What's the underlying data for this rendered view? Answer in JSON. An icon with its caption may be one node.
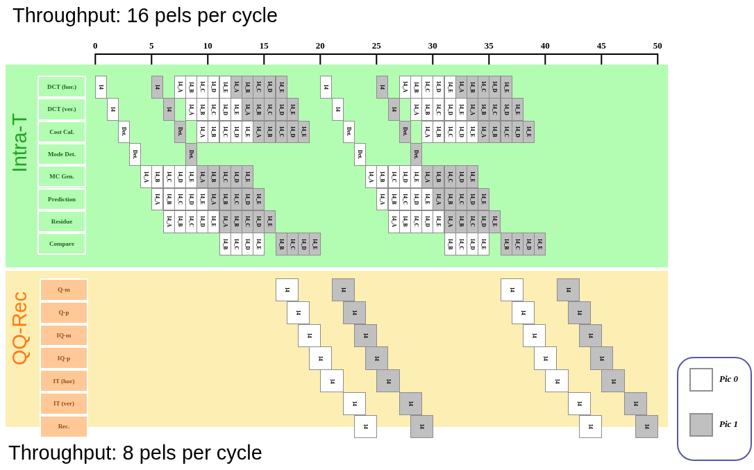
{
  "diagram": {
    "title": "Throughput: 16 pels per cycle",
    "caption": "Throughput: 8 pels per cycle",
    "nodes": [
      {
        "text": [
          "Intra-T"
        ]
      },
      {
        "text": [
          "DCT (hor.)"
        ],
        "in": 0
      },
      {
        "text": [
          "DCT (ver.)"
        ],
        "in": 0
      },
      {
        "text": [
          "Cost Cal."
        ],
        "in": 0
      },
      {
        "text": [
          "Mode Det."
        ],
        "in": 0
      },
      {
        "text": [
          "MC Gen."
        ],
        "in": 0
      },
      {
        "text": [
          "Prediction"
        ],
        "in": 0
      },
      {
        "text": [
          "Residue"
        ],
        "in": 0
      },
      {
        "text": [
          "Compare"
        ],
        "in": 0
      },
      {
        "text": [
          "I4"
        ],
        "in": 0
      },
      {
        "text": [
          "I4"
        ],
        "in": 0
      },
      {
        "text": [
          "I4_A"
        ],
        "in": 0
      },
      {
        "text": [
          "I4_B"
        ],
        "in": 0
      },
      {
        "text": [
          "I4_C"
        ],
        "in": 0
      },
      {
        "text": [
          "I4_D"
        ],
        "in": 0
      },
      {
        "text": [
          "I4_E"
        ],
        "in": 0
      },
      {
        "text": [
          "I4_A"
        ],
        "in": 0
      },
      {
        "text": [
          "I4_B"
        ],
        "in": 0
      },
      {
        "text": [
          "I4_C"
        ],
        "in": 0
      },
      {
        "text": [
          "I4_D"
        ],
        "in": 0
      },
      {
        "text": [
          "I4_E"
        ],
        "in": 0
      },
      {
        "text": [
          "I4"
        ],
        "in": 0
      },
      {
        "text": [
          "I4"
        ],
        "in": 0
      },
      {
        "text": [
          "I4_A"
        ],
        "in": 0
      },
      {
        "text": [
          "I4_B"
        ],
        "in": 0
      },
      {
        "text": [
          "I4_C"
        ],
        "in": 0
      },
      {
        "text": [
          "I4_D"
        ],
        "in": 0
      },
      {
        "text": [
          "I4_E"
        ],
        "in": 0
      },
      {
        "text": [
          "I4_A"
        ],
        "in": 0
      },
      {
        "text": [
          "I4_B"
        ],
        "in": 0
      },
      {
        "text": [
          "I4_C"
        ],
        "in": 0
      },
      {
        "text": [
          "I4_D"
        ],
        "in": 0
      },
      {
        "text": [
          "I4_E"
        ],
        "in": 0
      },
      {
        "text": [
          "I4"
        ],
        "in": 0
      },
      {
        "text": [
          "I4"
        ],
        "in": 0
      },
      {
        "text": [
          "I4_A"
        ],
        "in": 0
      },
      {
        "text": [
          "I4_B"
        ],
        "in": 0
      },
      {
        "text": [
          "I4_C"
        ],
        "in": 0
      },
      {
        "text": [
          "I4_D"
        ],
        "in": 0
      },
      {
        "text": [
          "I4_E"
        ],
        "in": 0
      },
      {
        "text": [
          "I4_A"
        ],
        "in": 0
      },
      {
        "text": [
          "I4_B"
        ],
        "in": 0
      },
      {
        "text": [
          "I4_C"
        ],
        "in": 0
      },
      {
        "text": [
          "I4_D"
        ],
        "in": 0
      },
      {
        "text": [
          "I4_E"
        ],
        "in": 0
      },
      {
        "text": [
          "I4"
        ],
        "in": 0
      },
      {
        "text": [
          "I4"
        ],
        "in": 0
      },
      {
        "text": [
          "I4_A"
        ],
        "in": 0
      },
      {
        "text": [
          "I4_B"
        ],
        "in": 0
      },
      {
        "text": [
          "I4_C"
        ],
        "in": 0
      },
      {
        "text": [
          "I4_D"
        ],
        "in": 0
      },
      {
        "text": [
          "I4_E"
        ],
        "in": 0
      },
      {
        "text": [
          "I4_A"
        ],
        "in": 0
      },
      {
        "text": [
          "I4_B"
        ],
        "in": 0
      },
      {
        "text": [
          "I4_C"
        ],
        "in": 0
      },
      {
        "text": [
          "I4_D"
        ],
        "in": 0
      },
      {
        "text": [
          "I4_E"
        ],
        "in": 0
      },
      {
        "text": [
          "Det."
        ],
        "in": 0
      },
      {
        "text": [
          "Det."
        ],
        "in": 0
      },
      {
        "text": [
          "I4_A"
        ],
        "in": 0
      },
      {
        "text": [
          "I4_B"
        ],
        "in": 0
      },
      {
        "text": [
          "I4_C"
        ],
        "in": 0
      },
      {
        "text": [
          "I4_D"
        ],
        "in": 0
      },
      {
        "text": [
          "I4_E"
        ],
        "in": 0
      },
      {
        "text": [
          "I4_A"
        ],
        "in": 0
      },
      {
        "text": [
          "I4_B"
        ],
        "in": 0
      },
      {
        "text": [
          "I4_C"
        ],
        "in": 0
      },
      {
        "text": [
          "I4_D"
        ],
        "in": 0
      },
      {
        "text": [
          "I4_E"
        ],
        "in": 0
      },
      {
        "text": [
          "Det."
        ],
        "in": 0
      },
      {
        "text": [
          "Det."
        ],
        "in": 0
      },
      {
        "text": [
          "I4_A"
        ],
        "in": 0
      },
      {
        "text": [
          "I4_B"
        ],
        "in": 0
      },
      {
        "text": [
          "I4_C"
        ],
        "in": 0
      },
      {
        "text": [
          "I4_D"
        ],
        "in": 0
      },
      {
        "text": [
          "I4_E"
        ],
        "in": 0
      },
      {
        "text": [
          "I4_A"
        ],
        "in": 0
      },
      {
        "text": [
          "I4_B"
        ],
        "in": 0
      },
      {
        "text": [
          "I4_C"
        ],
        "in": 0
      },
      {
        "text": [
          "I4_D"
        ],
        "in": 0
      },
      {
        "text": [
          "I4_E"
        ],
        "in": 0
      },
      {
        "text": [
          "Det."
        ],
        "in": 0
      },
      {
        "text": [
          "Det."
        ],
        "in": 0
      },
      {
        "text": [
          "Det."
        ],
        "in": 0
      },
      {
        "text": [
          "Det."
        ],
        "in": 0
      },
      {
        "text": [
          "I4_A"
        ],
        "in": 0
      },
      {
        "text": [
          "I4_B"
        ],
        "in": 0
      },
      {
        "text": [
          "I4_C"
        ],
        "in": 0
      },
      {
        "text": [
          "I4_D"
        ],
        "in": 0
      },
      {
        "text": [
          "I4_E"
        ],
        "in": 0
      },
      {
        "text": [
          "I4_A"
        ],
        "in": 0
      },
      {
        "text": [
          "I4_B"
        ],
        "in": 0
      },
      {
        "text": [
          "I4_C"
        ],
        "in": 0
      },
      {
        "text": [
          "I4_D"
        ],
        "in": 0
      },
      {
        "text": [
          "I4_E"
        ],
        "in": 0
      },
      {
        "text": [
          "I4_A"
        ],
        "in": 0
      },
      {
        "text": [
          "I4_B"
        ],
        "in": 0
      },
      {
        "text": [
          "I4_C"
        ],
        "in": 0
      },
      {
        "text": [
          "I4_D"
        ],
        "in": 0
      },
      {
        "text": [
          "I4_E"
        ],
        "in": 0
      },
      {
        "text": [
          "I4_A"
        ],
        "in": 0
      },
      {
        "text": [
          "I4_B"
        ],
        "in": 0
      },
      {
        "text": [
          "I4_C"
        ],
        "in": 0
      },
      {
        "text": [
          "I4_D"
        ],
        "in": 0
      },
      {
        "text": [
          "I4_E"
        ],
        "in": 0
      },
      {
        "text": [
          "I4_A"
        ],
        "in": 0
      },
      {
        "text": [
          "I4_B"
        ],
        "in": 0
      },
      {
        "text": [
          "I4_C"
        ],
        "in": 0
      },
      {
        "text": [
          "I4_D"
        ],
        "in": 0
      },
      {
        "text": [
          "I4_E"
        ],
        "in": 0
      },
      {
        "text": [
          "I4_A"
        ],
        "in": 0
      },
      {
        "text": [
          "I4_B"
        ],
        "in": 0
      },
      {
        "text": [
          "I4_C"
        ],
        "in": 0
      },
      {
        "text": [
          "I4_D"
        ],
        "in": 0
      },
      {
        "text": [
          "I4_E"
        ],
        "in": 0
      },
      {
        "text": [
          "I4_A"
        ],
        "in": 0
      },
      {
        "text": [
          "I4_B"
        ],
        "in": 0
      },
      {
        "text": [
          "I4_C"
        ],
        "in": 0
      },
      {
        "text": [
          "I4_D"
        ],
        "in": 0
      },
      {
        "text": [
          "I4_E"
        ],
        "in": 0
      },
      {
        "text": [
          "I4_A"
        ],
        "in": 0
      },
      {
        "text": [
          "I4_B"
        ],
        "in": 0
      },
      {
        "text": [
          "I4_C"
        ],
        "in": 0
      },
      {
        "text": [
          "I4_D"
        ],
        "in": 0
      },
      {
        "text": [
          "I4_E"
        ],
        "in": 0
      },
      {
        "text": [
          "I4_A"
        ],
        "in": 0
      },
      {
        "text": [
          "I4_B"
        ],
        "in": 0
      },
      {
        "text": [
          "I4_C"
        ],
        "in": 0
      },
      {
        "text": [
          "I4_D"
        ],
        "in": 0
      },
      {
        "text": [
          "I4_E"
        ],
        "in": 0
      },
      {
        "text": [
          "I4_A"
        ],
        "in": 0
      },
      {
        "text": [
          "I4_B"
        ],
        "in": 0
      },
      {
        "text": [
          "I4_C"
        ],
        "in": 0
      },
      {
        "text": [
          "I4_D"
        ],
        "in": 0
      },
      {
        "text": [
          "I4_E"
        ],
        "in": 0
      },
      {
        "text": [
          "I4_A"
        ],
        "in": 0
      },
      {
        "text": [
          "I4_B"
        ],
        "in": 0
      },
      {
        "text": [
          "I4_C"
        ],
        "in": 0
      },
      {
        "text": [
          "I4_D"
        ],
        "in": 0
      },
      {
        "text": [
          "I4_E"
        ],
        "in": 0
      },
      {
        "text": [
          "I4_A"
        ],
        "in": 0
      },
      {
        "text": [
          "I4_B"
        ],
        "in": 0
      },
      {
        "text": [
          "I4_C"
        ],
        "in": 0
      },
      {
        "text": [
          "I4_D"
        ],
        "in": 0
      },
      {
        "text": [
          "I4_E"
        ],
        "in": 0
      },
      {
        "text": [
          "I4_B"
        ],
        "in": 0
      },
      {
        "text": [
          "I4_C"
        ],
        "in": 0
      },
      {
        "text": [
          "I4_D"
        ],
        "in": 0
      },
      {
        "text": [
          "I4_E"
        ],
        "in": 0
      },
      {
        "text": [
          "I4_B"
        ],
        "in": 0
      },
      {
        "text": [
          "I4_C"
        ],
        "in": 0
      },
      {
        "text": [
          "I4_D"
        ],
        "in": 0
      },
      {
        "text": [
          "I4_E"
        ],
        "in": 0
      },
      {
        "text": [
          "I4_B"
        ],
        "in": 0
      },
      {
        "text": [
          "I4_C"
        ],
        "in": 0
      },
      {
        "text": [
          "I4_D"
        ],
        "in": 0
      },
      {
        "text": [
          "I4_E"
        ],
        "in": 0
      },
      {
        "text": [
          "I4_B"
        ],
        "in": 0
      },
      {
        "text": [
          "I4_C"
        ],
        "in": 0
      },
      {
        "text": [
          "I4_D"
        ],
        "in": 0
      },
      {
        "text": [
          "I4_E"
        ],
        "in": 0
      },
      {
        "text": [
          "QQ-Rec"
        ]
      },
      {
        "text": [
          "Q-m"
        ],
        "in": 161
      },
      {
        "text": [
          "Q-p"
        ],
        "in": 161
      },
      {
        "text": [
          "IQ-m"
        ],
        "in": 161
      },
      {
        "text": [
          "IQ-p"
        ],
        "in": 161
      },
      {
        "text": [
          "IT (hor)"
        ],
        "in": 161
      },
      {
        "text": [
          "IT (ver)"
        ],
        "in": 161
      },
      {
        "text": [
          "Rec."
        ],
        "in": 161
      },
      {
        "text": [
          "I4"
        ],
        "in": 161
      },
      {
        "text": [
          "I4"
        ],
        "in": 161
      },
      {
        "text": [
          "I4"
        ],
        "in": 161
      },
      {
        "text": [
          "I4"
        ],
        "in": 161
      },
      {
        "text": [
          "I4"
        ],
        "in": 161
      },
      {
        "text": [
          "I4"
        ],
        "in": 161
      },
      {
        "text": [
          "I4"
        ],
        "in": 161
      },
      {
        "text": [
          "I4"
        ],
        "in": 161
      },
      {
        "text": [
          "I4"
        ],
        "in": 161
      },
      {
        "text": [
          "I4"
        ],
        "in": 161
      },
      {
        "text": [
          "I4"
        ],
        "in": 161
      },
      {
        "text": [
          "I4"
        ],
        "in": 161
      },
      {
        "text": [
          "I4"
        ],
        "in": 161
      },
      {
        "text": [
          "I4"
        ],
        "in": 161
      },
      {
        "text": [
          "I4"
        ],
        "in": 161
      },
      {
        "text": [
          "I4"
        ],
        "in": 161
      },
      {
        "text": [
          "I4"
        ],
        "in": 161
      },
      {
        "text": [
          "I4"
        ],
        "in": 161
      },
      {
        "text": [
          "I4"
        ],
        "in": 161
      },
      {
        "text": [
          "I4"
        ],
        "in": 161
      },
      {
        "text": [
          "I4"
        ],
        "in": 161
      },
      {
        "text": [
          "I4"
        ],
        "in": 161
      },
      {
        "text": [
          "I4"
        ],
        "in": 161
      },
      {
        "text": [
          "I4"
        ],
        "in": 161
      },
      {
        "text": [
          "I4"
        ],
        "in": 161
      },
      {
        "text": [
          "I4"
        ],
        "in": 161
      },
      {
        "text": [
          "I4"
        ],
        "in": 161
      },
      {
        "text": [
          "I4"
        ],
        "in": 161
      }
    ],
    "labels": [
      "0",
      "5",
      "10",
      "15",
      "20",
      "25",
      "30",
      "35",
      "40",
      "45",
      "50"
    ],
    "legend": [
      {
        "text": "Pic 0",
        "color": "#ffffff"
      },
      {
        "text": "Pic 1",
        "color": "#c0c0c0"
      }
    ]
  }
}
